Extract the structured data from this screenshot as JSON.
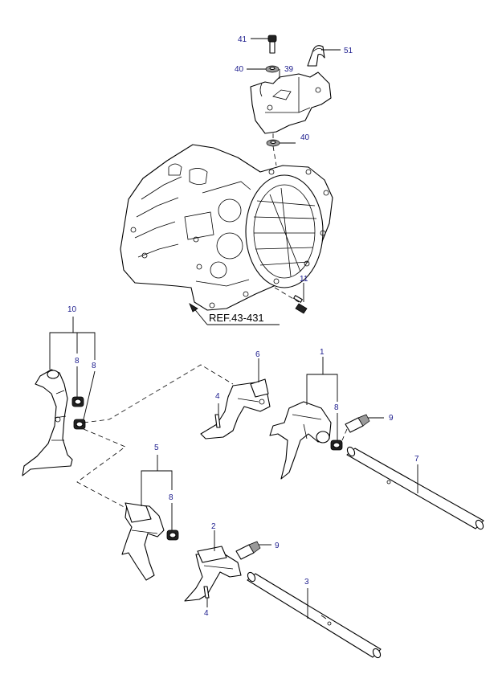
{
  "reference_label": "REF.43-431",
  "colors": {
    "callout_text": "#1a1a8c",
    "line": "#000000",
    "background": "#ffffff"
  },
  "callouts": {
    "c41": "41",
    "c51": "51",
    "c40a": "40",
    "c39": "39",
    "c40b": "40",
    "c11": "11",
    "c10": "10",
    "c8a": "8",
    "c8b": "8",
    "c6": "6",
    "c1": "1",
    "c4a": "4",
    "c8c": "8",
    "c9a": "9",
    "c7": "7",
    "c5": "5",
    "c8d": "8",
    "c2": "2",
    "c9b": "9",
    "c3": "3",
    "c4b": "4"
  }
}
